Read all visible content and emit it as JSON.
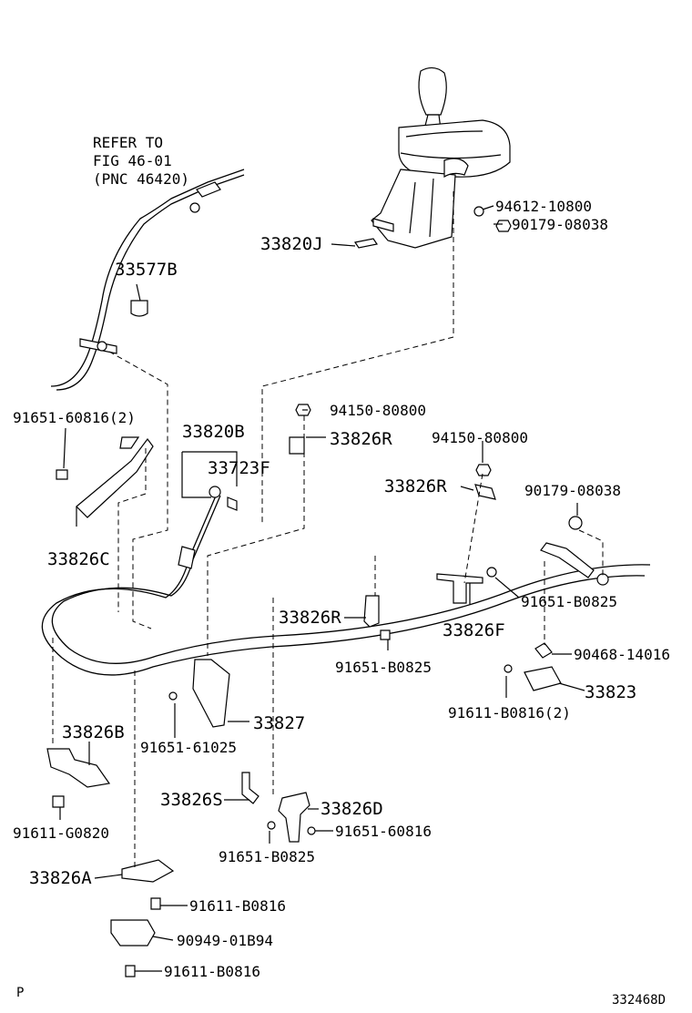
{
  "diagram": {
    "refer_note": [
      "REFER TO",
      "FIG 46-01",
      "(PNC 46420)"
    ],
    "parts": {
      "p33577B": "33577B",
      "p33820J": "33820J",
      "p94612": "94612-10800",
      "p90179_top": "90179-08038",
      "p91651_60816_2": "91651-60816(2)",
      "p33820B": "33820B",
      "p33723F": "33723F",
      "p94150_a": "94150-80800",
      "p33826R_a": "33826R",
      "p94150_b": "94150-80800",
      "p33826R_b": "33826R",
      "p90179_right": "90179-08038",
      "p33826C": "33826C",
      "p91651_B0825_a": "91651-B0825",
      "p33826R_c": "33826R",
      "p33826F": "33826F",
      "p91651_B0825_b": "91651-B0825",
      "p90468": "90468-14016",
      "p33823": "33823",
      "p91611_B0816_2": "91611-B0816(2)",
      "p33826B": "33826B",
      "p33827": "33827",
      "p91651_61025": "91651-61025",
      "p91611_G0820": "91611-G0820",
      "p33826S": "33826S",
      "p33826D": "33826D",
      "p91651_60816": "91651-60816",
      "p91651_B0825_c": "91651-B0825",
      "p33826A": "33826A",
      "p91611_B0816_a": "91611-B0816",
      "p90949": "90949-01B94",
      "p91611_B0816_b": "91611-B0816"
    },
    "corner_left": "P",
    "figure_code": "332468D"
  }
}
